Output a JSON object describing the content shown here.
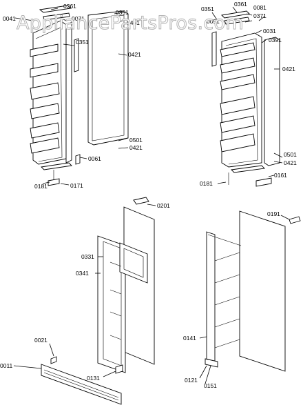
{
  "watermark": "AppliancePartsPros.com",
  "callouts": {
    "tl": [
      "0361",
      "0041",
      "0071",
      "0351",
      "0391",
      "0401",
      "0421",
      "0061",
      "0501",
      "0421",
      "0181",
      "0171"
    ],
    "tr": [
      "0351",
      "0361",
      "0081",
      "0051",
      "0371",
      "0031",
      "0391",
      "0421",
      "0501",
      "0421",
      "0181",
      "0161"
    ],
    "bl": [
      "0201",
      "0331",
      "0341",
      "0021",
      "0011",
      "0131"
    ],
    "br": [
      "0191",
      "0141",
      "0121",
      "0151"
    ]
  }
}
